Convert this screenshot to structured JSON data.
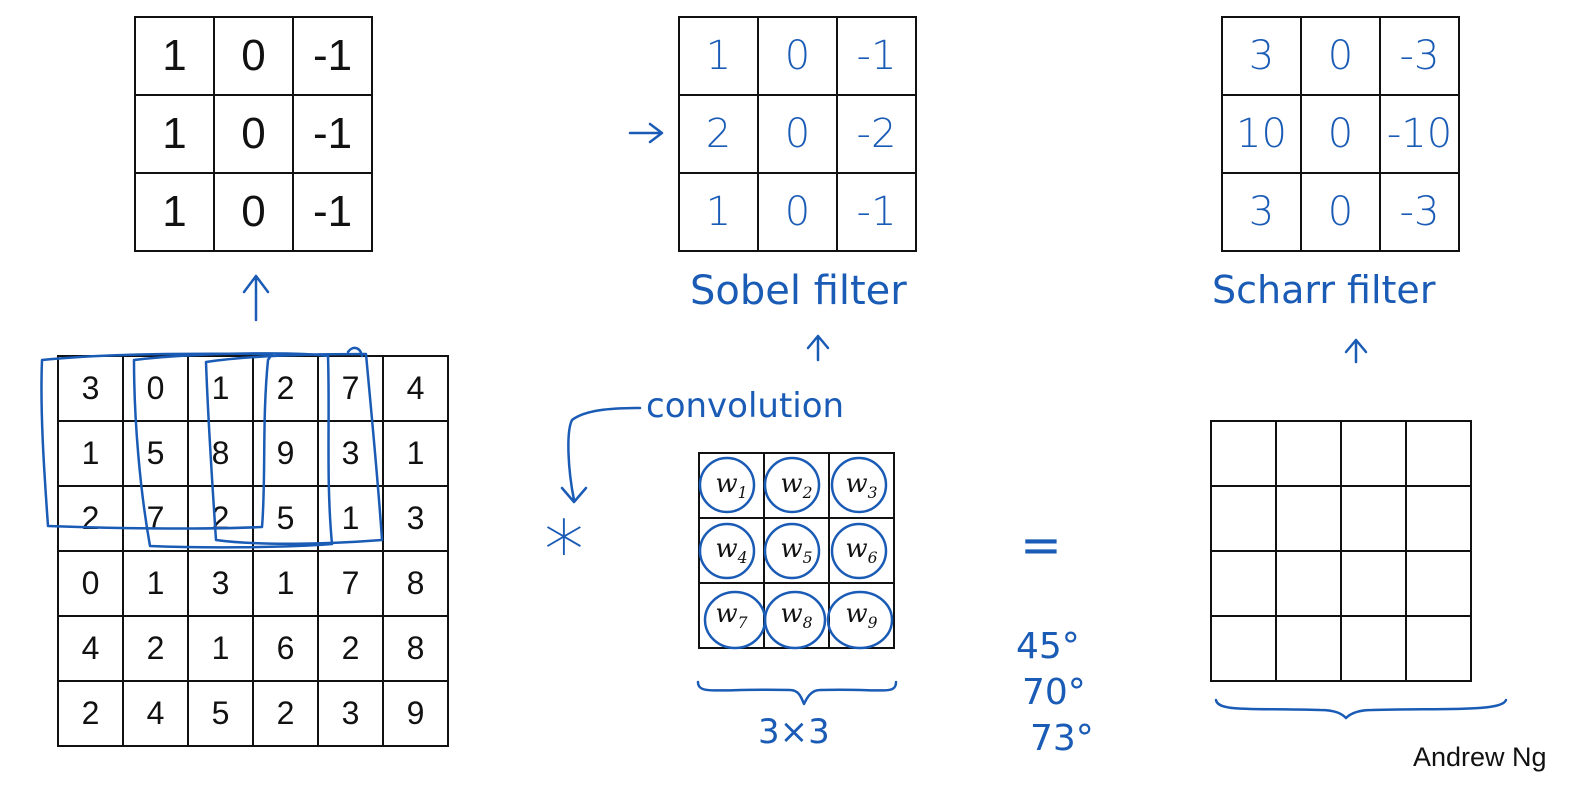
{
  "vertical_filter": [
    [
      "1",
      "0",
      "-1"
    ],
    [
      "1",
      "0",
      "-1"
    ],
    [
      "1",
      "0",
      "-1"
    ]
  ],
  "input_grid": [
    [
      "3",
      "0",
      "1",
      "2",
      "7",
      "4"
    ],
    [
      "1",
      "5",
      "8",
      "9",
      "3",
      "1"
    ],
    [
      "2",
      "7",
      "2",
      "5",
      "1",
      "3"
    ],
    [
      "0",
      "1",
      "3",
      "1",
      "7",
      "8"
    ],
    [
      "4",
      "2",
      "1",
      "6",
      "2",
      "8"
    ],
    [
      "2",
      "4",
      "5",
      "2",
      "3",
      "9"
    ]
  ],
  "sobel": {
    "values": [
      [
        "1",
        "0",
        "-1"
      ],
      [
        "2",
        "0",
        "-2"
      ],
      [
        "1",
        "0",
        "-1"
      ]
    ],
    "label": "Sobel filter"
  },
  "scharr": {
    "values": [
      [
        "3",
        "0",
        "-3"
      ],
      [
        "10",
        "0",
        "-10"
      ],
      [
        "3",
        "0",
        "-3"
      ]
    ],
    "label": "Scharr filter"
  },
  "weights": [
    [
      "w",
      "1",
      "w",
      "2",
      "w",
      "3"
    ],
    [
      "w",
      "4",
      "w",
      "5",
      "w",
      "6"
    ],
    [
      "w",
      "7",
      "w",
      "8",
      "w",
      "9"
    ]
  ],
  "convolution_label": "convolution",
  "operator": "*",
  "equals": "=",
  "size_label": "3×3",
  "angles": [
    "45°",
    "70°",
    "73°"
  ],
  "credit": "Andrew Ng",
  "colors": {
    "ink": "#1a5bb5",
    "grid": "#111111"
  }
}
